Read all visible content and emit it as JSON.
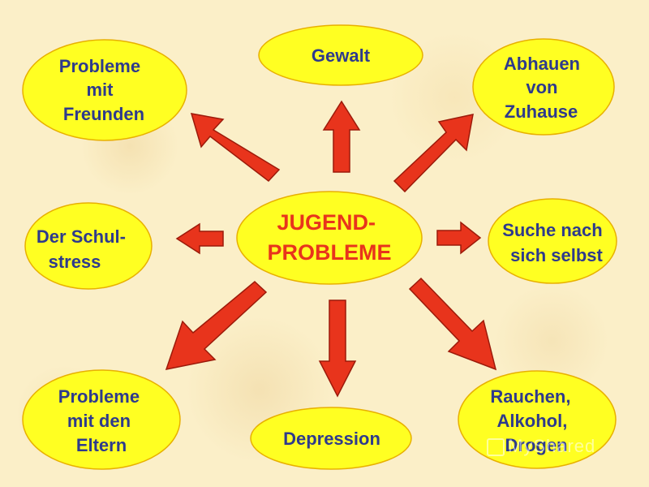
{
  "center": {
    "lines": [
      "JUGEND-",
      "PROBLEME"
    ]
  },
  "nodes": [
    {
      "id": "gewalt",
      "lines": [
        "Gewalt"
      ]
    },
    {
      "id": "abhauen",
      "lines": [
        "Abhauen",
        "von",
        "Zuhause"
      ]
    },
    {
      "id": "suche",
      "lines": [
        "Suche nach",
        "sich selbst"
      ]
    },
    {
      "id": "rauchen",
      "lines": [
        "Rauchen,",
        "Alkohol,",
        "Drogen"
      ]
    },
    {
      "id": "depression",
      "lines": [
        "Depression"
      ]
    },
    {
      "id": "eltern",
      "lines": [
        "Probleme",
        "mit den",
        "Eltern"
      ]
    },
    {
      "id": "schulstress",
      "lines": [
        "Der Schul-",
        "stress"
      ]
    },
    {
      "id": "freunde",
      "lines": [
        "Probleme",
        "mit",
        "Freunden"
      ]
    }
  ],
  "watermark": "MyShared",
  "colors": {
    "ellipse_fill": "#ffff22",
    "ellipse_stroke": "#e8b000",
    "arrow_fill": "#e8341c",
    "arrow_stroke": "#9c1a0a",
    "node_text": "#2e3a8c",
    "center_text": "#e8341c"
  }
}
